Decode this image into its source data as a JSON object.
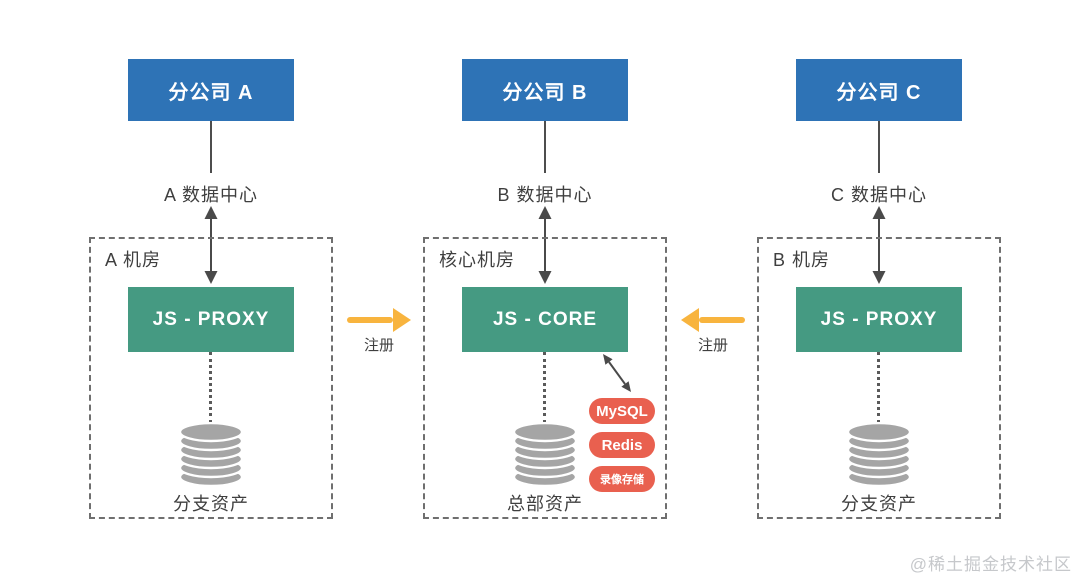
{
  "diagram": {
    "columns": [
      {
        "company": "分公司 A",
        "datacenter": "A 数据中心",
        "room_label": "A 机房",
        "node": "JS - PROXY",
        "asset": "分支资产"
      },
      {
        "company": "分公司 B",
        "datacenter": "B 数据中心",
        "room_label": "核心机房",
        "node": "JS - CORE",
        "asset": "总部资产"
      },
      {
        "company": "分公司 C",
        "datacenter": "C 数据中心",
        "room_label": "B 机房",
        "node": "JS - PROXY",
        "asset": "分支资产"
      }
    ],
    "register_arrows": [
      {
        "label": "注册",
        "direction": "right"
      },
      {
        "label": "注册",
        "direction": "left"
      }
    ],
    "core_storage": [
      {
        "label": "MySQL"
      },
      {
        "label": "Redis"
      },
      {
        "label": "录像存储"
      }
    ],
    "watermark": "@稀土掘金技术社区",
    "colors": {
      "company_box": "#2E73B6",
      "node_box": "#459A82",
      "register_arrow": "#F8B43E",
      "storage_pill": "#E9604F",
      "connector_line": "#4d4d4d",
      "dashed_border": "#6f6f6f",
      "cylinder": "#A5A5A5",
      "text": "#3f3f3f",
      "watermark": "#C6C8CB"
    }
  }
}
